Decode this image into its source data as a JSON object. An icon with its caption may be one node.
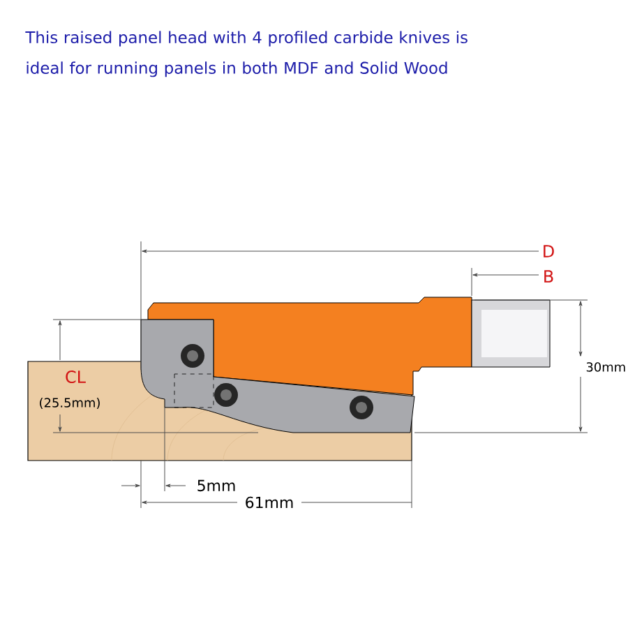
{
  "diagram": {
    "title": "This raised panel head with 4 profiled carbide knives is ideal for running panels in both MDF and Solid Wood",
    "labels": [
      "D",
      "B",
      "30mm",
      "CL",
      "(25.5mm)",
      "5mm",
      "61mm"
    ]
  }
}
